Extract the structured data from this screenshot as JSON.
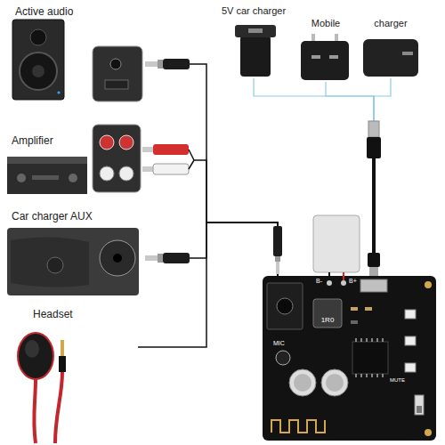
{
  "diagram": {
    "nodes": [
      {
        "text": [
          "Active audio"
        ]
      },
      {
        "text": [
          "Amplifier"
        ]
      },
      {
        "text": [
          "Car charger AUX"
        ]
      },
      {
        "text": [
          "Headset"
        ]
      },
      {
        "text": [
          "5V car charger"
        ]
      },
      {
        "text": [
          "Mobile"
        ]
      },
      {
        "text": [
          "charger"
        ]
      },
      {
        "text": [
          "B-",
          "B+",
          "1R0",
          "MIC",
          "MUTE"
        ]
      }
    ],
    "edges": [
      {
        "from": 0,
        "to": 7,
        "arrow": "none"
      },
      {
        "from": 1,
        "to": 7,
        "arrow": "none"
      },
      {
        "from": 2,
        "to": 7,
        "arrow": "none"
      },
      {
        "from": 3,
        "to": 7,
        "arrow": "none"
      },
      {
        "from": 4,
        "to": 7,
        "arrow": "none"
      },
      {
        "from": 5,
        "to": 7,
        "arrow": "none"
      },
      {
        "from": 6,
        "to": 7,
        "arrow": "none"
      }
    ]
  }
}
